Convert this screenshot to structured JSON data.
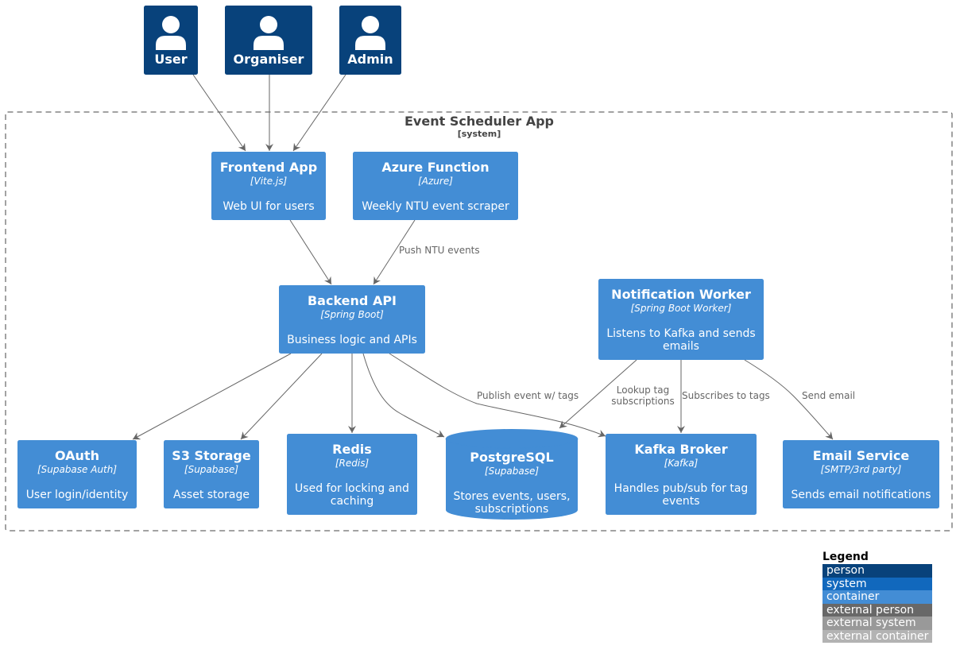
{
  "colors": {
    "person": "#08427B",
    "container": "#438DD5",
    "edge": "#666666",
    "boundary": "#444444"
  },
  "persons": [
    {
      "id": "user",
      "label": "User",
      "icon": "person-icon"
    },
    {
      "id": "organiser",
      "label": "Organiser",
      "icon": "person-icon"
    },
    {
      "id": "admin",
      "label": "Admin",
      "icon": "person-icon"
    }
  ],
  "boundary": {
    "title": "Event Scheduler App",
    "type": "[system]"
  },
  "containers": [
    {
      "id": "frontend",
      "title": "Frontend App",
      "tech": "[Vite.js]",
      "desc": [
        "Web UI for users"
      ]
    },
    {
      "id": "azure",
      "title": "Azure Function",
      "tech": "[Azure]",
      "desc": [
        "Weekly NTU event scraper"
      ]
    },
    {
      "id": "backend",
      "title": "Backend API",
      "tech": "[Spring Boot]",
      "desc": [
        "Business logic and APIs"
      ]
    },
    {
      "id": "notification",
      "title": "Notification Worker",
      "tech": "[Spring Boot Worker]",
      "desc": [
        "Listens to Kafka and sends",
        "emails"
      ]
    },
    {
      "id": "oauth",
      "title": "OAuth",
      "tech": "[Supabase Auth]",
      "desc": [
        "User login/identity"
      ]
    },
    {
      "id": "s3",
      "title": "S3 Storage",
      "tech": "[Supabase]",
      "desc": [
        "Asset storage"
      ]
    },
    {
      "id": "redis",
      "title": "Redis",
      "tech": "[Redis]",
      "desc": [
        "Used for locking and",
        "caching"
      ]
    },
    {
      "id": "postgres",
      "title": "PostgreSQL",
      "tech": "[Supabase]",
      "desc": [
        "Stores events, users,",
        "subscriptions"
      ]
    },
    {
      "id": "kafka",
      "title": "Kafka Broker",
      "tech": "[Kafka]",
      "desc": [
        "Handles pub/sub for tag",
        "events"
      ]
    },
    {
      "id": "email",
      "title": "Email Service",
      "tech": "[SMTP/3rd party]",
      "desc": [
        "Sends email notifications"
      ]
    }
  ],
  "edges": [
    {
      "id": "user-frontend",
      "label": []
    },
    {
      "id": "organiser-frontend",
      "label": []
    },
    {
      "id": "admin-frontend",
      "label": []
    },
    {
      "id": "frontend-backend",
      "label": []
    },
    {
      "id": "azure-backend",
      "label": [
        "Push NTU events"
      ]
    },
    {
      "id": "backend-oauth",
      "label": []
    },
    {
      "id": "backend-s3",
      "label": []
    },
    {
      "id": "backend-redis",
      "label": []
    },
    {
      "id": "backend-postgres",
      "label": []
    },
    {
      "id": "backend-kafka",
      "label": [
        "Publish event w/ tags"
      ]
    },
    {
      "id": "notification-postgres",
      "label": [
        "Lookup tag",
        "subscriptions"
      ]
    },
    {
      "id": "notification-kafka",
      "label": [
        "Subscribes to tags"
      ]
    },
    {
      "id": "notification-email",
      "label": [
        "Send email"
      ]
    }
  ],
  "legend": {
    "title": "Legend",
    "items": [
      {
        "label": "person",
        "color": "#08427B"
      },
      {
        "label": "system",
        "color": "#1168BD"
      },
      {
        "label": "container",
        "color": "#438DD5"
      },
      {
        "label": "external person",
        "color": "#686868"
      },
      {
        "label": "external system",
        "color": "#999999"
      },
      {
        "label": "external container",
        "color": "#B3B3B3"
      }
    ]
  }
}
